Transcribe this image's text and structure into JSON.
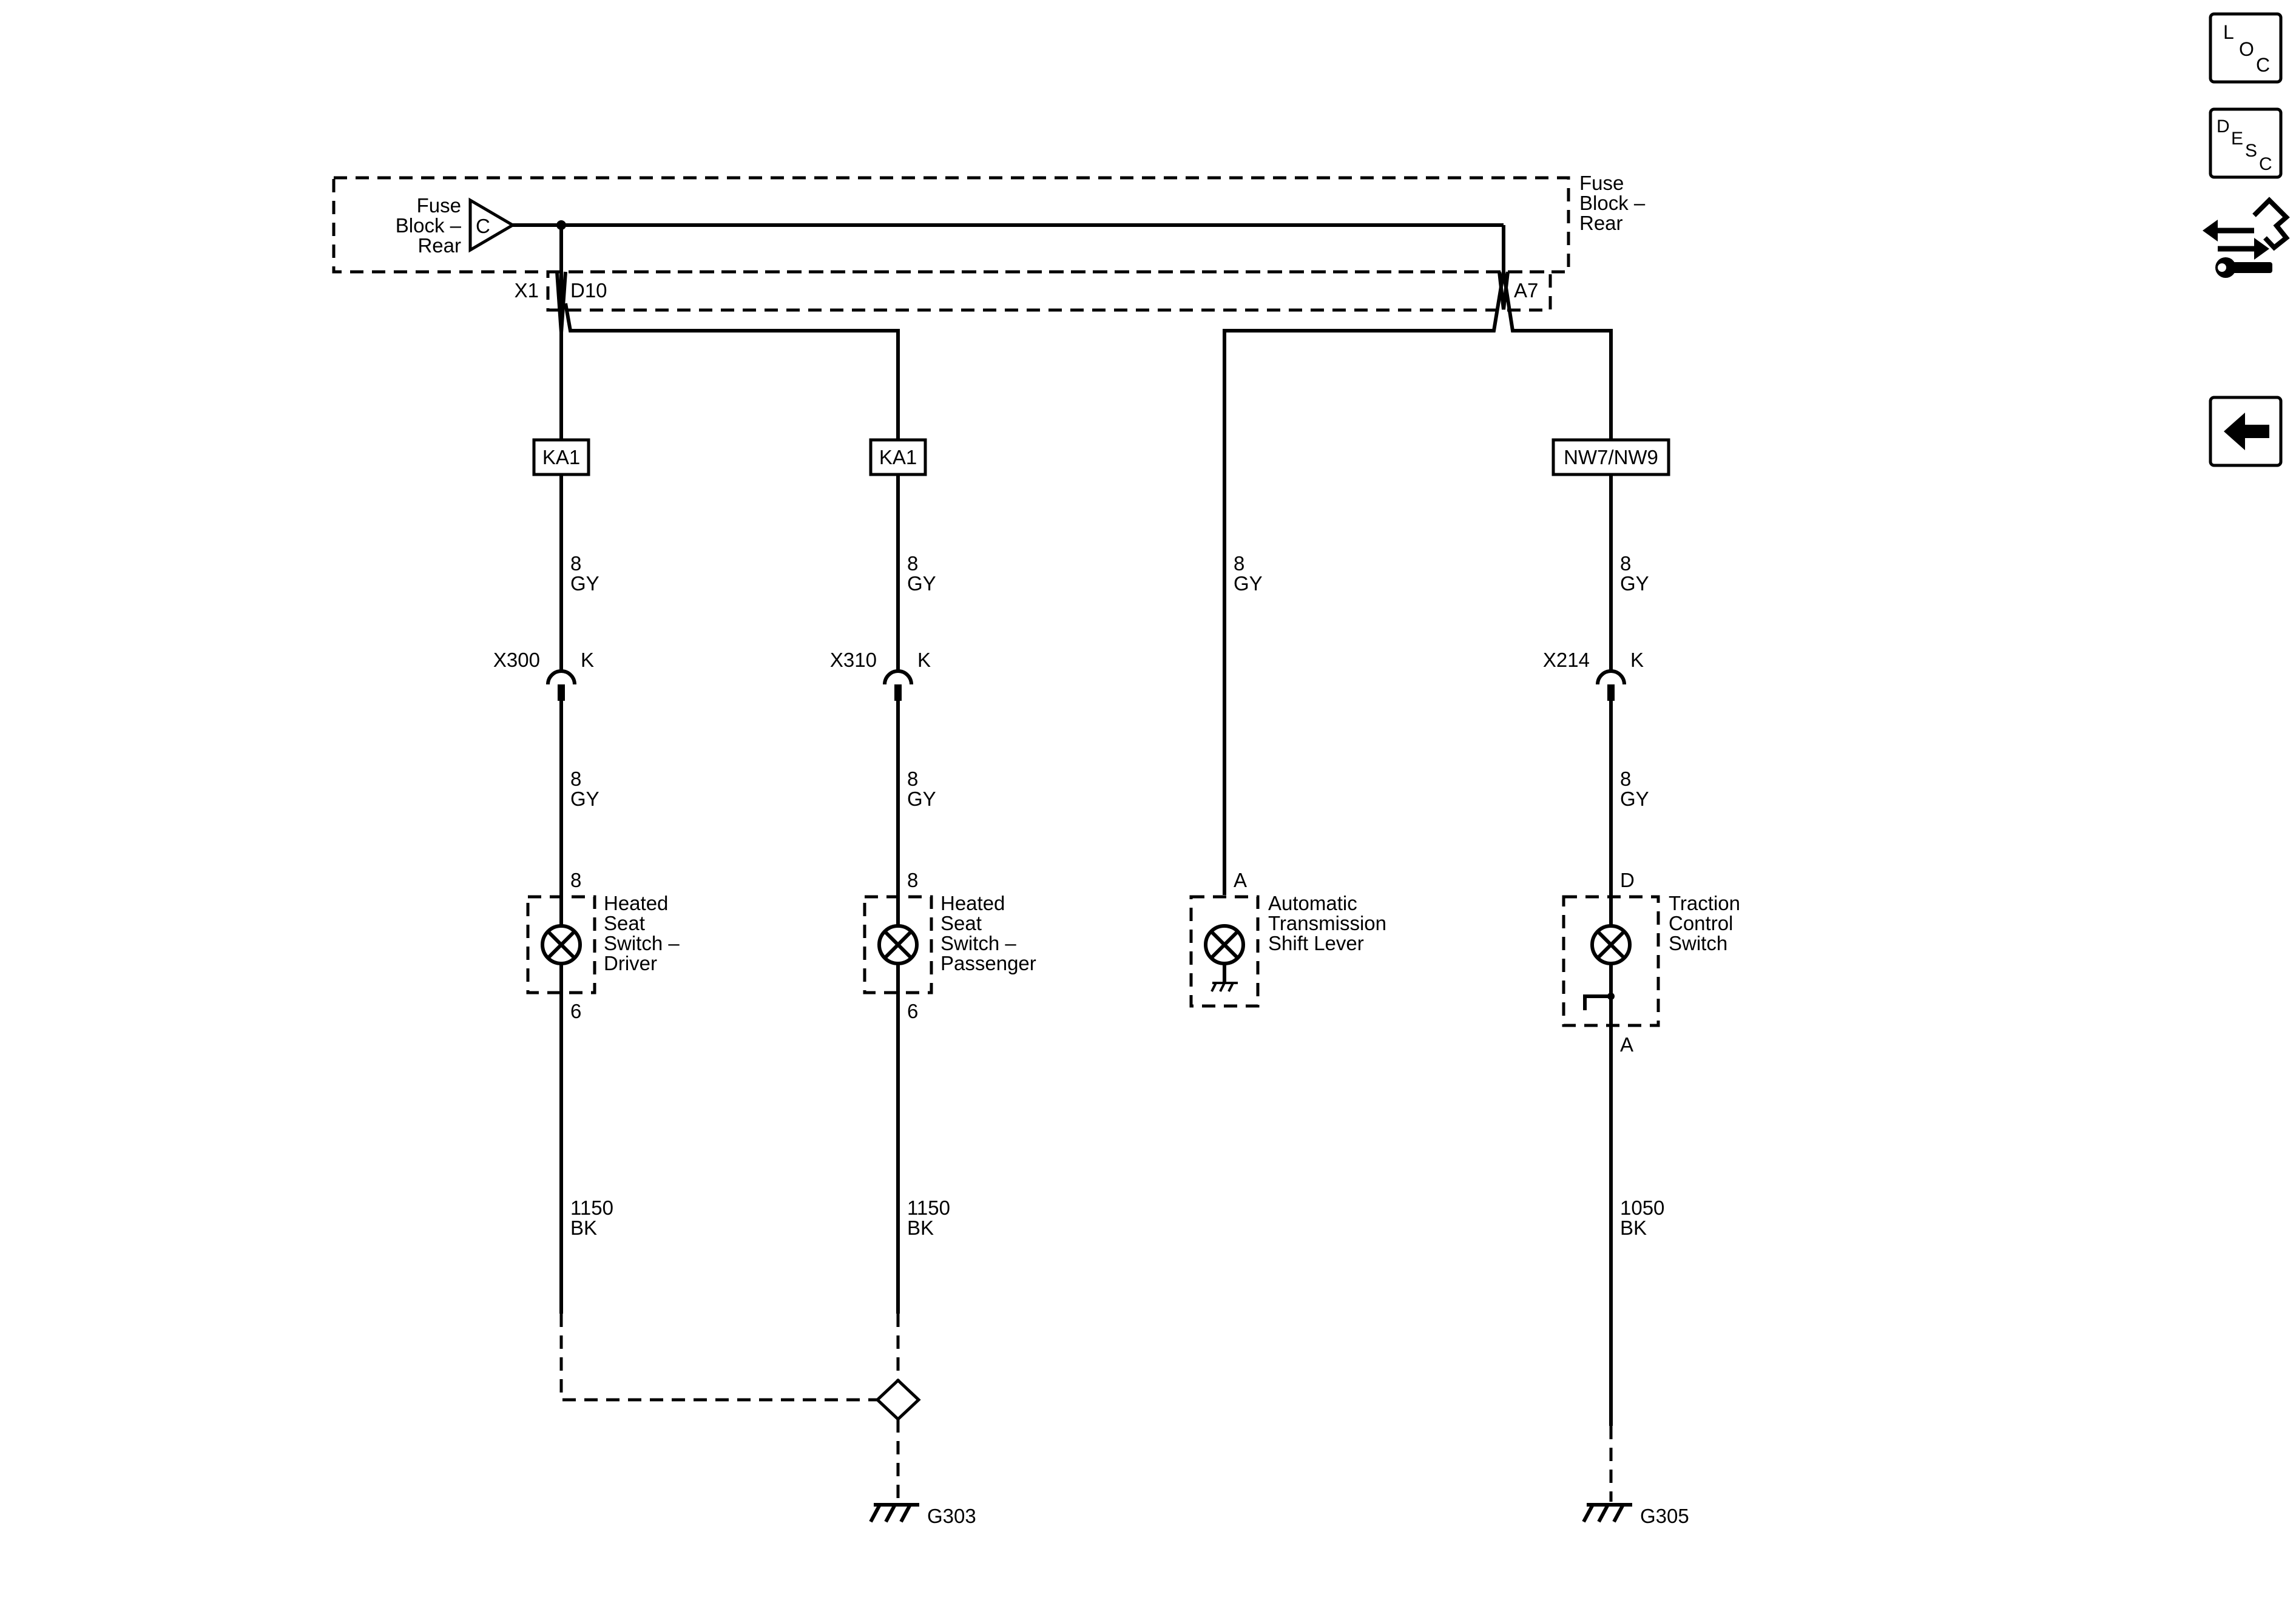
{
  "fuse_block": {
    "left_label": [
      "Fuse",
      "Block –",
      "Rear"
    ],
    "right_label": [
      "Fuse",
      "Block –",
      "Rear"
    ],
    "triangle_letter": "C",
    "connector_left": "X1",
    "pin_left": "D10",
    "pin_right": "A7"
  },
  "circuits": [
    {
      "option_tag": "KA1",
      "wire_upper": [
        "8",
        "GY"
      ],
      "connector": "X300",
      "connector_pin": "K",
      "wire_mid": [
        "8",
        "GY"
      ],
      "pin_top": "8",
      "component": [
        "Heated",
        "Seat",
        "Switch –",
        "Driver"
      ],
      "pin_bottom": "6",
      "wire_lower": [
        "1150",
        "BK"
      ]
    },
    {
      "option_tag": "KA1",
      "wire_upper": [
        "8",
        "GY"
      ],
      "connector": "X310",
      "connector_pin": "K",
      "wire_mid": [
        "8",
        "GY"
      ],
      "pin_top": "8",
      "component": [
        "Heated",
        "Seat",
        "Switch –",
        "Passenger"
      ],
      "pin_bottom": "6",
      "wire_lower": [
        "1150",
        "BK"
      ]
    },
    {
      "wire_upper": [
        "8",
        "GY"
      ],
      "pin_top": "A",
      "component": [
        "Automatic",
        "Transmission",
        "Shift Lever"
      ]
    },
    {
      "option_tag": "NW7/NW9",
      "wire_upper": [
        "8",
        "GY"
      ],
      "connector": "X214",
      "connector_pin": "K",
      "wire_mid": [
        "8",
        "GY"
      ],
      "pin_top": "D",
      "component": [
        "Traction",
        "Control",
        "Switch"
      ],
      "pin_bottom": "A",
      "wire_lower": [
        "1050",
        "BK"
      ]
    }
  ],
  "grounds": [
    "G303",
    "G305"
  ],
  "side_buttons": {
    "loc": [
      "L",
      "O",
      "C"
    ],
    "desc": [
      "D",
      "E",
      "S",
      "C"
    ],
    "connector_icon": "connector-wrench-icon",
    "back_icon": "back-arrow-icon"
  }
}
